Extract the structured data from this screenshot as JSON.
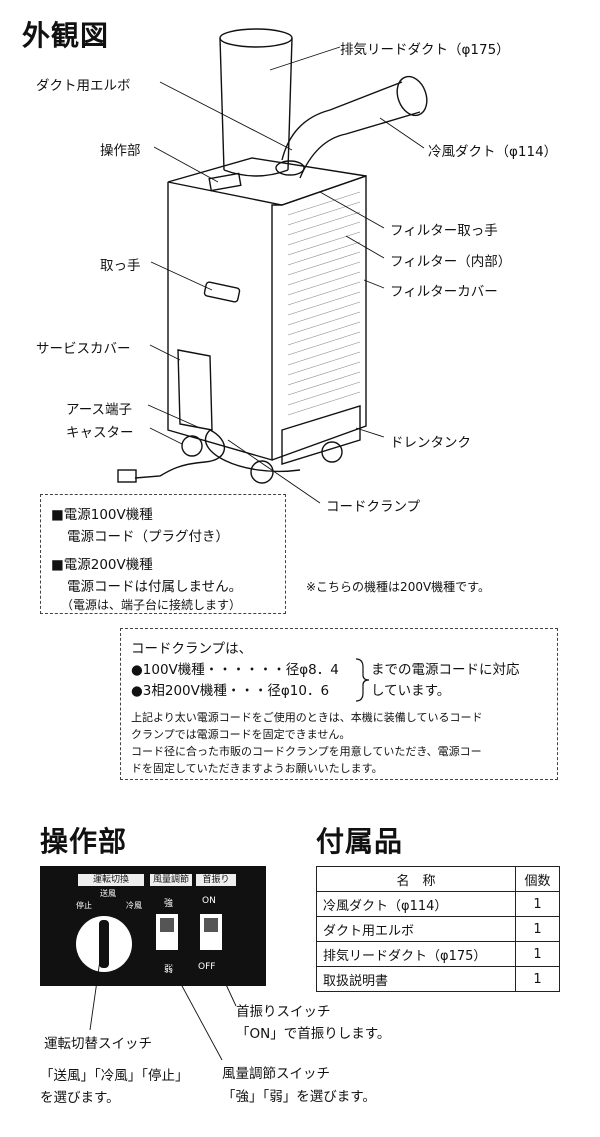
{
  "section_exterior": {
    "title": "外観図"
  },
  "labels": {
    "exhaust_duct": "排気リードダクト（φ175）",
    "duct_elbow": "ダクト用エルボ",
    "control_panel": "操作部",
    "cold_duct": "冷風ダクト（φ114）",
    "filter_handle": "フィルター取っ手",
    "handle": "取っ手",
    "filter_inner": "フィルター（内部）",
    "filter_cover": "フィルターカバー",
    "service_cover": "サービスカバー",
    "ground_terminal": "アース端子",
    "caster": "キャスター",
    "drain_tank": "ドレンタンク",
    "cord_clamp": "コードクランプ"
  },
  "power_box": {
    "line1": "■電源100V機種",
    "line2": "電源コード（プラグ付き）",
    "line3": "■電源200V機種",
    "line4": "電源コードは付属しません。",
    "line5": "（電源は、端子台に接続します）"
  },
  "model_note": "※こちらの機種は200V機種です。",
  "clamp_box": {
    "line1": "コードクランプは、",
    "row1": "●100V機種・・・・・・径φ8．4",
    "row2": "●3相200V機種・・・径φ10．6",
    "right1": "までの電源コードに対応",
    "right2": "しています。",
    "note1": "上記より太い電源コードをご使用のときは、本機に装備しているコード",
    "note2": "クランプでは電源コードを固定できません。",
    "note3": "コード径に合った市販のコードクランプを用意していただき、電源コー",
    "note4": "ドを固定していただきますようお願いいたします。"
  },
  "section_control": {
    "title": "操作部"
  },
  "panel": {
    "mode_header": "運転切換",
    "airflow_header": "風量調節",
    "swing_header": "首振り",
    "pos_fan": "送風",
    "pos_stop": "停止",
    "pos_cool": "冷風",
    "strong": "強",
    "weak": "弱",
    "on": "ON",
    "off": "OFF"
  },
  "callouts": {
    "swing_switch": "首振りスイッチ",
    "swing_desc": "「ON」で首振りします。",
    "mode_switch": "運転切替スイッチ",
    "mode_desc1": "「送風」「冷風」「停止」",
    "mode_desc2": "を選びます。",
    "airflow_switch": "風量調節スイッチ",
    "airflow_desc": "「強」「弱」を選びます。"
  },
  "section_accessories": {
    "title": "付属品"
  },
  "accessories": {
    "headers": [
      "名　称",
      "個数"
    ],
    "rows": [
      [
        "冷風ダクト（φ114）",
        "1"
      ],
      [
        "ダクト用エルボ",
        "1"
      ],
      [
        "排気リードダクト（φ175）",
        "1"
      ],
      [
        "取扱説明書",
        "1"
      ]
    ]
  }
}
